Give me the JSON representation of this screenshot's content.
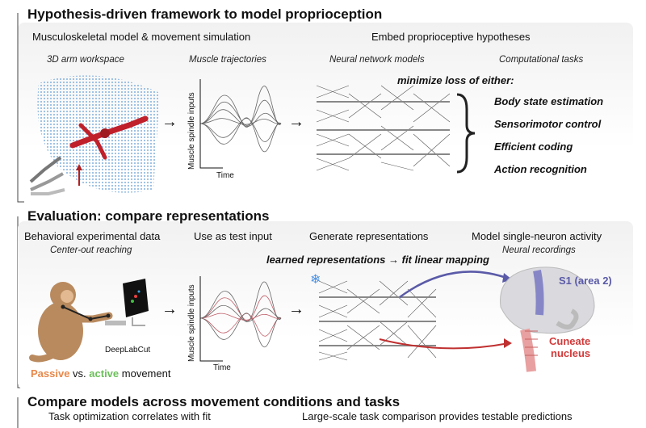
{
  "section1": {
    "title": "Hypothesis-driven framework to model proprioception",
    "left_header": "Musculoskeletal model & movement simulation",
    "right_header": "Embed proprioceptive hypotheses",
    "sub_workspace": "3D arm workspace",
    "sub_trajectories": "Muscle trajectories",
    "sub_networks": "Neural network models",
    "sub_tasks": "Computational tasks",
    "ylabel": "Muscle spindle inputs",
    "time_label": "Time",
    "minimize": "minimize loss of either:",
    "tasks": [
      "Body state estimation",
      "Sensorimotor control",
      "Efficient coding",
      "Action recognition"
    ]
  },
  "section2": {
    "title": "Evaluation: compare representations",
    "col1": "Behavioral experimental data",
    "col2": "Use as test input",
    "col3": "Generate representations",
    "col4": "Model single-neuron activity",
    "sub_center_out": "Center-out reaching",
    "learned": "learned representations → fit linear mapping",
    "sub_neural": "Neural recordings",
    "ylabel": "Muscle spindle inputs",
    "time_label": "Time",
    "deeplabcut": "DeepLabCut",
    "passive": "Passive",
    "vs": " vs. ",
    "active": "active",
    "movement": " movement",
    "s1": "S1 (area 2)",
    "cuneate1": "Cuneate",
    "cuneate2": "nucleus",
    "snowflake": "❄"
  },
  "section3": {
    "title": "Compare models across movement conditions and tasks",
    "left": "Task optimization correlates with fit",
    "right": "Large-scale task comparison provides testable predictions"
  },
  "colors": {
    "red_arm": "#c0202a",
    "blue_cloud": "#8fb8e0",
    "purple": "#5a5aa8",
    "red_text": "#d23a3a",
    "orange": "#e8884a",
    "green": "#6bbf5a",
    "monkey": "#b98a5e"
  },
  "icons": [
    "right-arrow-icon",
    "curly-brace-icon",
    "snowflake-icon",
    "brain-icon",
    "monkey-icon",
    "screen-icon"
  ]
}
